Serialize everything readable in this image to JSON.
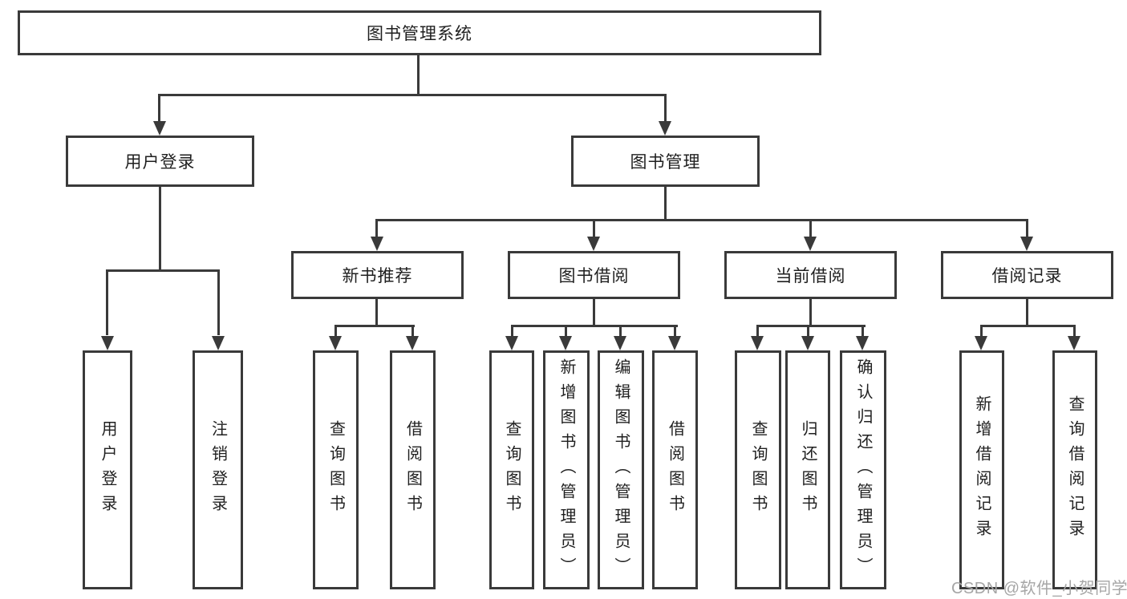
{
  "page": {
    "background": "#ffffff",
    "line_color": "#3a3a3a",
    "text_color": "#1f1f1f"
  },
  "tree": {
    "root": {
      "label": "图书管理系统"
    },
    "level2": [
      {
        "label": "用户登录"
      },
      {
        "label": "图书管理"
      }
    ],
    "level3": [
      {
        "label": "新书推荐"
      },
      {
        "label": "图书借阅"
      },
      {
        "label": "当前借阅"
      },
      {
        "label": "借阅记录"
      }
    ],
    "leaves": {
      "userLogin": [
        "用户登录",
        "注销登录"
      ],
      "newBook": [
        "查询图书",
        "借阅图书"
      ],
      "bookBorrow": [
        "查询图书",
        "新增图书（管理员）",
        "编辑图书（管理员）",
        "借阅图书"
      ],
      "currentBorrow": [
        "查询图书",
        "归还图书",
        "确认归还（管理员）"
      ],
      "borrowRecord": [
        "新增借阅记录",
        "查询借阅记录"
      ]
    }
  },
  "watermark": {
    "text": "CSDN @软件_小贺同学",
    "color": "#a6a6a6"
  }
}
